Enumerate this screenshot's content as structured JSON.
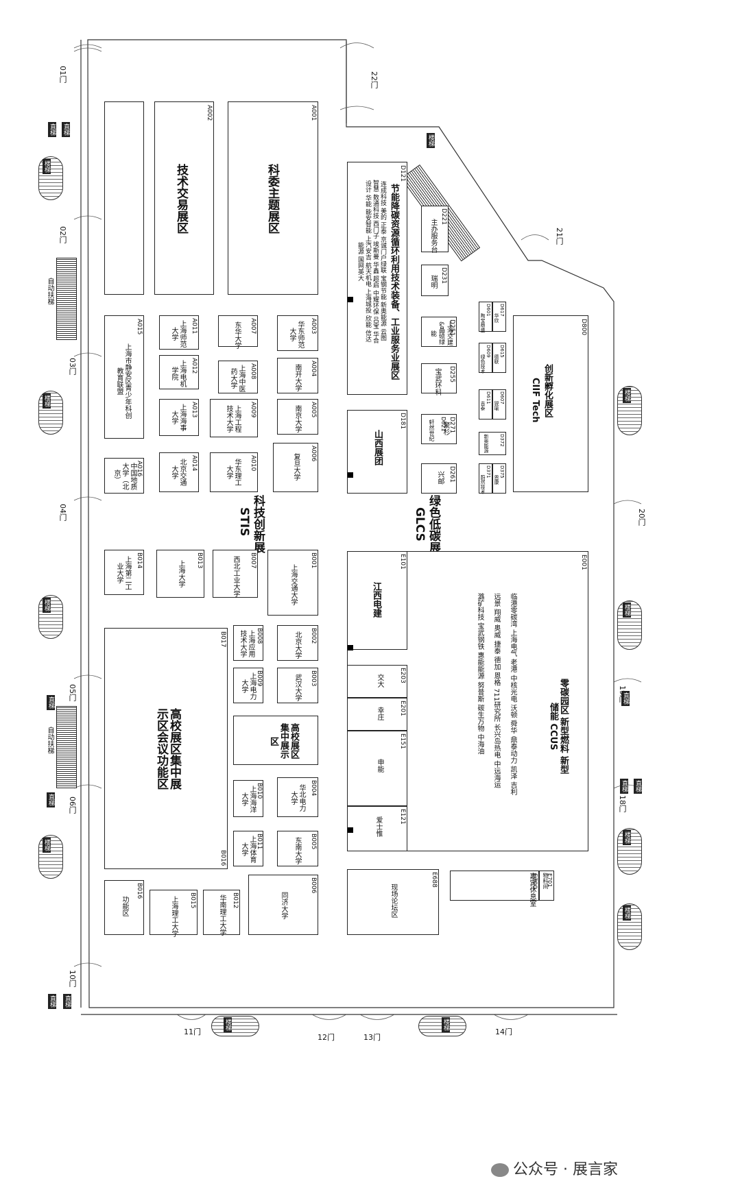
{
  "doors": {
    "d01": "01门",
    "d02": "02门",
    "d03": "03门",
    "d04": "04门",
    "d05": "05门",
    "d06": "06门",
    "d10": "10门",
    "d11": "11门",
    "d12": "12门",
    "d13": "13门",
    "d14": "14门",
    "d18": "18门",
    "d19": "19门",
    "d20": "20门",
    "d21": "21门",
    "d22": "22门"
  },
  "halls": {
    "stis_cn": "科技创新展",
    "stis_en": "STIS",
    "glcs_cn": "绿色低碳展",
    "glcs_en": "GLCS"
  },
  "facilities": {
    "stairs": "楼梯",
    "elevator": "直梯",
    "escalator": "自动扶梯"
  },
  "zones": {
    "A001": {
      "code": "A001",
      "name": "科委主题展区"
    },
    "A002": {
      "code": "A002",
      "name": "技术交易展区"
    },
    "A015": {
      "code": "A015",
      "name": "上海市静安区青少年科创教育联盟"
    },
    "A011": {
      "code": "A011",
      "name": "上海师范大学"
    },
    "A012": {
      "code": "A012",
      "name": "上海电机学院"
    },
    "A013": {
      "code": "A013",
      "name": "上海海事大学"
    },
    "A014": {
      "code": "A014",
      "name": "北京交通大学"
    },
    "A016": {
      "code": "A016",
      "name": "中国地质大学（北京）"
    },
    "A007": {
      "code": "A007",
      "name": "东华大学"
    },
    "A008": {
      "code": "A008",
      "name": "上海中医药大学"
    },
    "A009": {
      "code": "A009",
      "name": "上海工程技术大学"
    },
    "A010": {
      "code": "A010",
      "name": "华东理工大学"
    },
    "A003": {
      "code": "A003",
      "name": "华东师范大学"
    },
    "A004": {
      "code": "A004",
      "name": "南开大学"
    },
    "A005": {
      "code": "A005",
      "name": "南京大学"
    },
    "A006": {
      "code": "A006",
      "name": "复旦大学"
    },
    "B014": {
      "code": "B014",
      "name": "上海第二工业大学"
    },
    "B013": {
      "code": "B013",
      "name": "上海大学"
    },
    "B007": {
      "code": "B007",
      "name": "西北工业大学"
    },
    "B001": {
      "code": "B001",
      "name": "上海交通大学"
    },
    "B008": {
      "code": "B008",
      "name": "上海应用技术大学"
    },
    "B002": {
      "code": "B002",
      "name": "北京大学"
    },
    "B009": {
      "code": "B009",
      "name": "上海电力大学"
    },
    "B003": {
      "code": "B003",
      "name": "武汉大学"
    },
    "BGX": {
      "code": "",
      "name": "高校展区集中展示区"
    },
    "B010": {
      "code": "B010",
      "name": "上海海洋大学"
    },
    "B004": {
      "code": "B004",
      "name": "华北电力大学"
    },
    "B011": {
      "code": "B011",
      "name": "上海体育大学"
    },
    "B005": {
      "code": "B005",
      "name": "东南大学"
    },
    "B017": {
      "code": "B017",
      "name": "高校展区集中展示区会议功能区",
      "code2": "B016"
    },
    "B016": {
      "code": "B016",
      "name": "功能区"
    },
    "B015": {
      "code": "B015",
      "name": "上海理工大学"
    },
    "B012": {
      "code": "B012",
      "name": "华南理工大学"
    },
    "B006": {
      "code": "B006",
      "name": "同济大学"
    },
    "D121": {
      "code": "D121",
      "name": "节能降碳资源循环利用技术装备、工业服务业展区",
      "members": "连成科技 美的 正泰 京诚门户绿联 宝钢节能 新奥能源 云图智慧 数通科技 西门子 埃斯曼 华鑫 超启 中耀环保 吕宝 华合设计 华能 能安智能 上汽安吉 航天机电 上海城投 欣能 信达能源 国网英大"
    },
    "D221": {
      "code": "D221",
      "name": "主办服务台"
    },
    "D231": {
      "code": "D231",
      "name": "瑞明"
    },
    "D251": {
      "code": "D251",
      "name": "上海交建&晶硕绿能"
    },
    "D255": {
      "code": "D255",
      "name": "宝武环科"
    },
    "D181": {
      "code": "D181",
      "name": "山西展团"
    },
    "D271": {
      "code": "D271",
      "name": "聚杉"
    },
    "D621": {
      "code": "D621",
      "name": "轩然世纪"
    },
    "D261": {
      "code": "D261",
      "name": "兴邮"
    },
    "D601": {
      "code": "D601",
      "name": "陶宝鼎盛"
    },
    "D617": {
      "code": "D617",
      "name": "华欣"
    },
    "D609": {
      "code": "D609",
      "name": "绿色技术"
    },
    "D615": {
      "code": "D615",
      "name": "德联"
    },
    "D611": {
      "code": "D611",
      "name": "吉泰"
    },
    "D607": {
      "code": "D607",
      "name": "锐瑜"
    },
    "D372": {
      "code": "D372",
      "name": "新奥能源"
    },
    "D371": {
      "code": "D371",
      "name": "蔚然技术"
    },
    "D375": {
      "code": "D375",
      "name": "恩康"
    },
    "D800": {
      "code": "D800",
      "name": "创新孵化展区",
      "sub": "CIIF Tech"
    },
    "E001": {
      "code": "E001",
      "name": "零碳园区 新型燃料 新型储能 CCUS",
      "members1": "临港零碳湾 上海电气 老港 中核光电 沃顿 舜华 鼎泰动力 凯泽 吉利",
      "members2": "远景 翔威 奥威 捷泰 德加 恩格 711研究所 长兴岛热电 中远海运",
      "members3": "潞矿科技 宝武钢铁 惠能能源 努昔斯 碳生万物 中海油"
    },
    "E101": {
      "code": "E101",
      "name": "江西电建"
    },
    "E203": {
      "code": "E203",
      "name": "交大"
    },
    "E201": {
      "code": "E201",
      "name": "幸庄"
    },
    "E151": {
      "code": "E151",
      "name": "申能"
    },
    "E121": {
      "code": "E121",
      "name": "爱士惟"
    },
    "E688": {
      "code": "E688",
      "name": "现场论坛区"
    },
    "E700": {
      "code": "E700",
      "name": "嘉宾休息室"
    },
    "E701": {
      "code": "E701",
      "name": "物料间"
    }
  },
  "watermark": "公众号 · 展言家"
}
